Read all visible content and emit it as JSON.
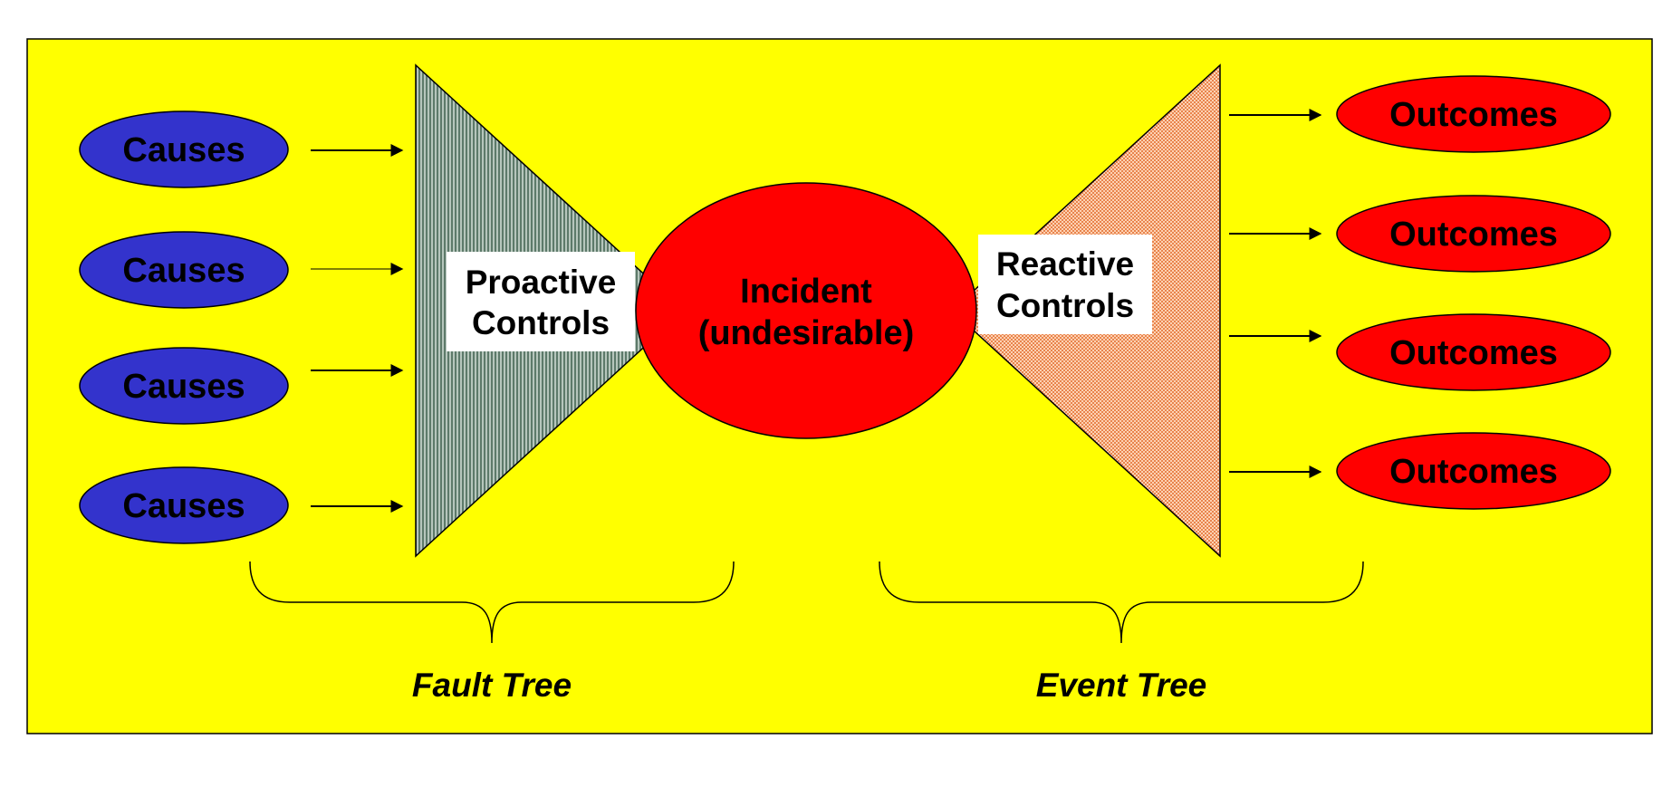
{
  "diagram": {
    "causes": [
      "Causes",
      "Causes",
      "Causes",
      "Causes"
    ],
    "outcomes": [
      "Outcomes",
      "Outcomes",
      "Outcomes",
      "Outcomes"
    ],
    "proactive_controls": [
      "Proactive",
      "Controls"
    ],
    "reactive_controls": [
      "Reactive",
      "Controls"
    ],
    "incident": [
      "Incident",
      "(undesirable)"
    ],
    "fault_tree": "Fault Tree",
    "event_tree": "Event Tree"
  },
  "colors": {
    "background": "#ffff00",
    "cause_fill": "#3333cc",
    "outcome_fill": "#ff0000",
    "incident_fill": "#ff0000",
    "proactive_fill": "#7f9a8a",
    "reactive_fill": "#f4a070",
    "label_box": "#ffffff"
  }
}
